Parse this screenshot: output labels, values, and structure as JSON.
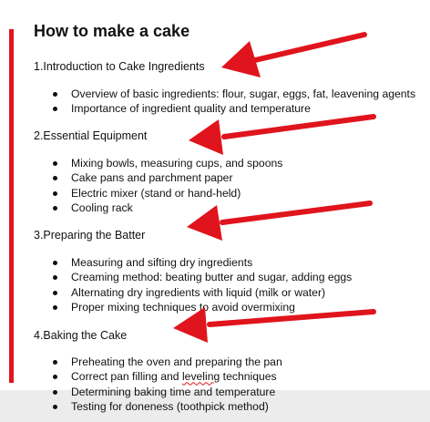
{
  "document": {
    "title": "How to make a cake",
    "sections": [
      {
        "heading": "1.Introduction to Cake Ingredients",
        "items": [
          "Overview of basic ingredients: flour, sugar, eggs, fat, leavening agents",
          "Importance of ingredient quality and temperature"
        ]
      },
      {
        "heading": "2.Essential Equipment",
        "items": [
          "Mixing bowls, measuring cups, and spoons",
          "Cake pans and parchment paper",
          "Electric mixer (stand or hand-held)",
          "Cooling rack"
        ]
      },
      {
        "heading": "3.Preparing the Batter",
        "items": [
          "Measuring and sifting dry ingredients",
          "Creaming method: beating butter and sugar, adding eggs",
          "Alternating dry ingredients with liquid (milk or water)",
          "Proper mixing techniques to avoid overmixing"
        ]
      },
      {
        "heading": "4.Baking the Cake",
        "items_parts": [
          {
            "text": "Preheating the oven and preparing the pan"
          },
          {
            "pre": "Correct pan filling and ",
            "flagged": "leveling",
            "post": " techniques"
          },
          {
            "text": "Determining baking time and temperature"
          },
          {
            "text": "Testing for doneness (toothpick method)"
          }
        ]
      }
    ]
  },
  "colors": {
    "annotation_red": "#e0141c",
    "page_background": "#ffffff",
    "outer_background": "#ececec"
  },
  "icons": {
    "annotation_arrow": "red-arrow-icon",
    "margin_line": "red-vertical-bar"
  }
}
